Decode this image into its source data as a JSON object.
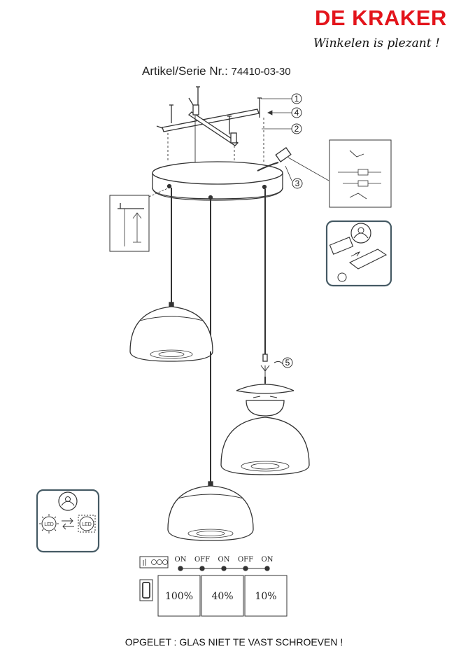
{
  "brand": {
    "name": "DE KRAKER",
    "slogan": "Winkelen is plezant !",
    "color": "#e3141b"
  },
  "article": {
    "label": "Artikel/Serie Nr.:",
    "number": "74410-03-30"
  },
  "callouts": [
    "1",
    "4",
    "2",
    "3",
    "5"
  ],
  "switch_sequence": [
    "ON",
    "OFF",
    "ON",
    "OFF",
    "ON"
  ],
  "dim_levels": [
    "100%",
    "40%",
    "10%"
  ],
  "led_labels": [
    "LED",
    "LED"
  ],
  "warning": "OPGELET : GLAS NIET TE VAST SCHROEVEN !"
}
